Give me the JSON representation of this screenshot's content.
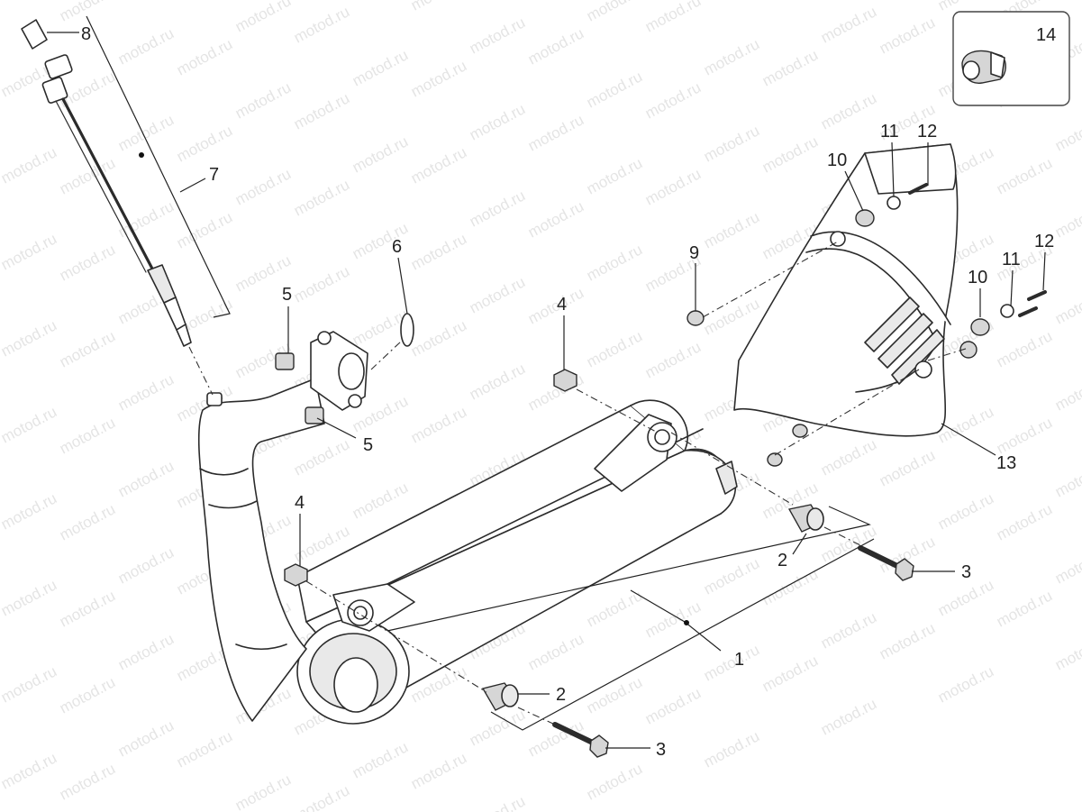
{
  "watermark": "motod.ru",
  "inset_label": "14",
  "callouts": [
    "1",
    "2",
    "3",
    "4",
    "5",
    "6",
    "7",
    "8",
    "9",
    "10",
    "11",
    "12",
    "13"
  ]
}
